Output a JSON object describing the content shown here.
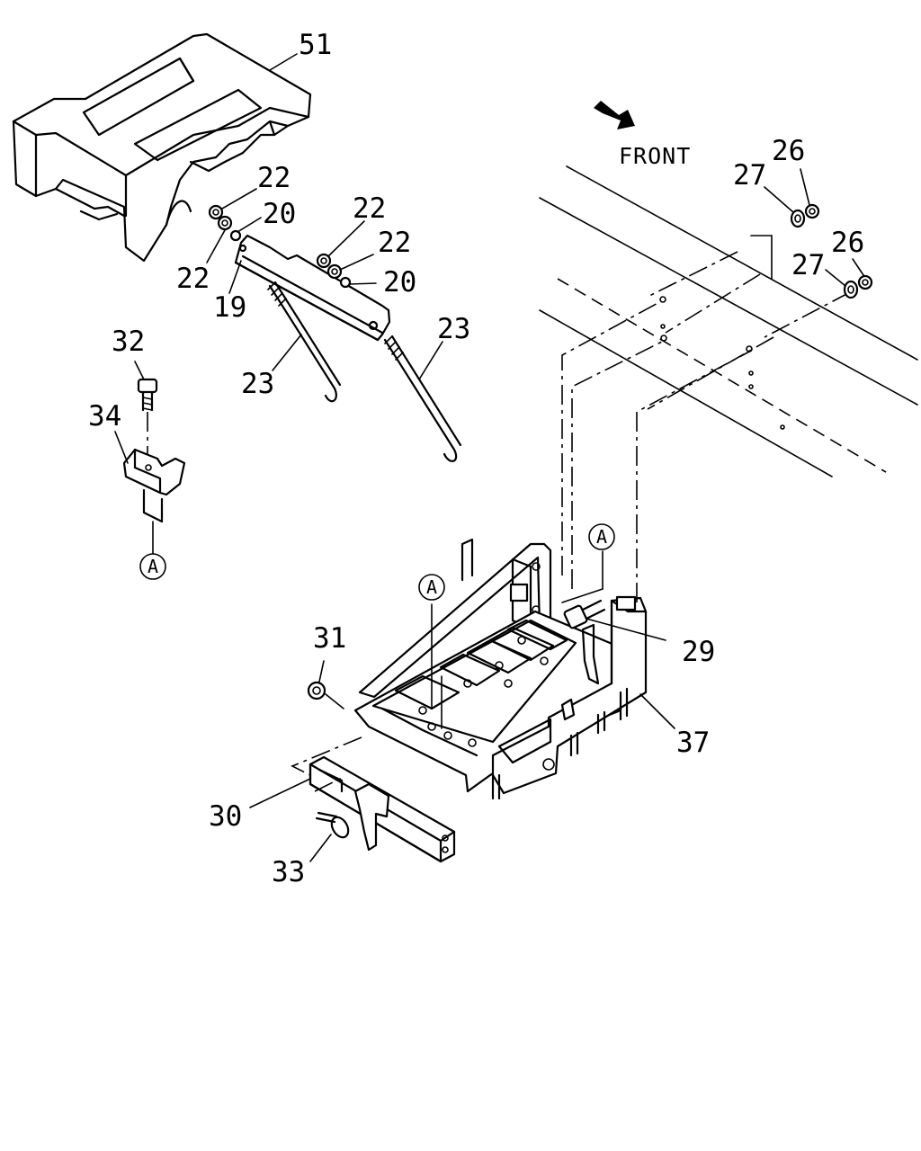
{
  "direction_label": "FRONT",
  "reference_marker": "A",
  "callouts": {
    "c51": "51",
    "c22a": "22",
    "c20a": "20",
    "c22b": "22",
    "c19": "19",
    "c22c": "22",
    "c22d": "22",
    "c20b": "20",
    "c23a": "23",
    "c23b": "23",
    "c26a": "26",
    "c27a": "27",
    "c26b": "26",
    "c27b": "27",
    "c32": "32",
    "c34": "34",
    "c31": "31",
    "c29": "29",
    "c37": "37",
    "c30": "30",
    "c33": "33"
  }
}
